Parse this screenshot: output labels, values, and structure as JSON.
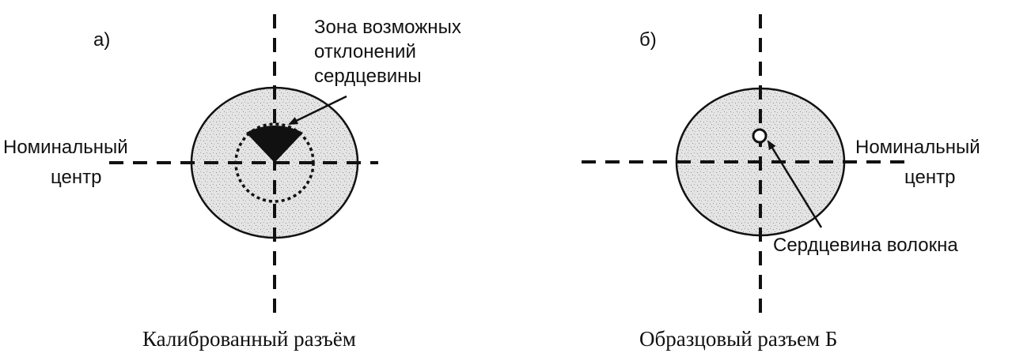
{
  "panel_a": {
    "letter": "а)",
    "zone_label_lines": [
      "Зона возможных",
      "отклонений",
      "сердцевины"
    ],
    "nominal_label_lines": [
      "Номинальный",
      "центр"
    ],
    "caption": "Калиброванный разъём"
  },
  "panel_b": {
    "letter": "б)",
    "nominal_label_lines": [
      "Номинальный",
      "центр"
    ],
    "core_label": "Сердцевина волокна",
    "caption": "Образцовый разъем  Б"
  },
  "colors": {
    "ink": "#111111",
    "fill": "#e2e2e2",
    "background": "#ffffff"
  }
}
